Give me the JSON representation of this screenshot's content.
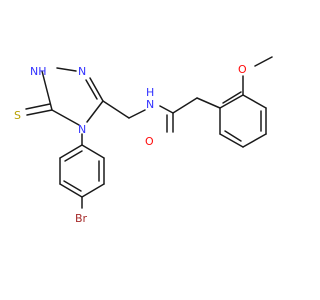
{
  "colors": {
    "bond": "#1a1a1a",
    "carbon_label": "#1a1a1a",
    "nitrogen": "#3333ff",
    "oxygen": "#ff0d0d",
    "sulfur": "#b8a000",
    "bromine": "#a52a2a",
    "background": "#ffffff"
  },
  "atom_labels": {
    "nh": "NH",
    "n_ring_upper": "N",
    "n_ring_lower": "N",
    "s_thione": "S",
    "n_amide": "N",
    "h_amide": "H",
    "o_carbonyl": "O",
    "o_ether": "O",
    "br": "Br"
  }
}
